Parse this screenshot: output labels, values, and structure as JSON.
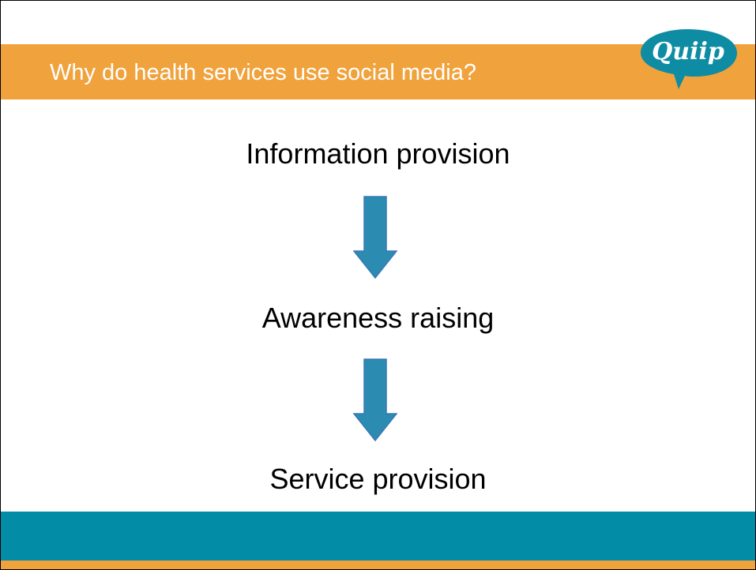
{
  "slide": {
    "title": "Why do health services use social media?",
    "logo_text": "Quiip",
    "steps": [
      "Information provision",
      "Awareness raising",
      "Service provision"
    ]
  },
  "colors": {
    "title_bar": "#f0a23c",
    "logo_bubble": "#0e8ca4",
    "arrow_fill": "#2b8bb0",
    "arrow_stroke": "#3a78b8",
    "footer_teal": "#028ca5",
    "footer_orange": "#f0a23c"
  },
  "icons": {
    "logo": "speech-bubble-logo",
    "arrow": "down-arrow-icon"
  }
}
